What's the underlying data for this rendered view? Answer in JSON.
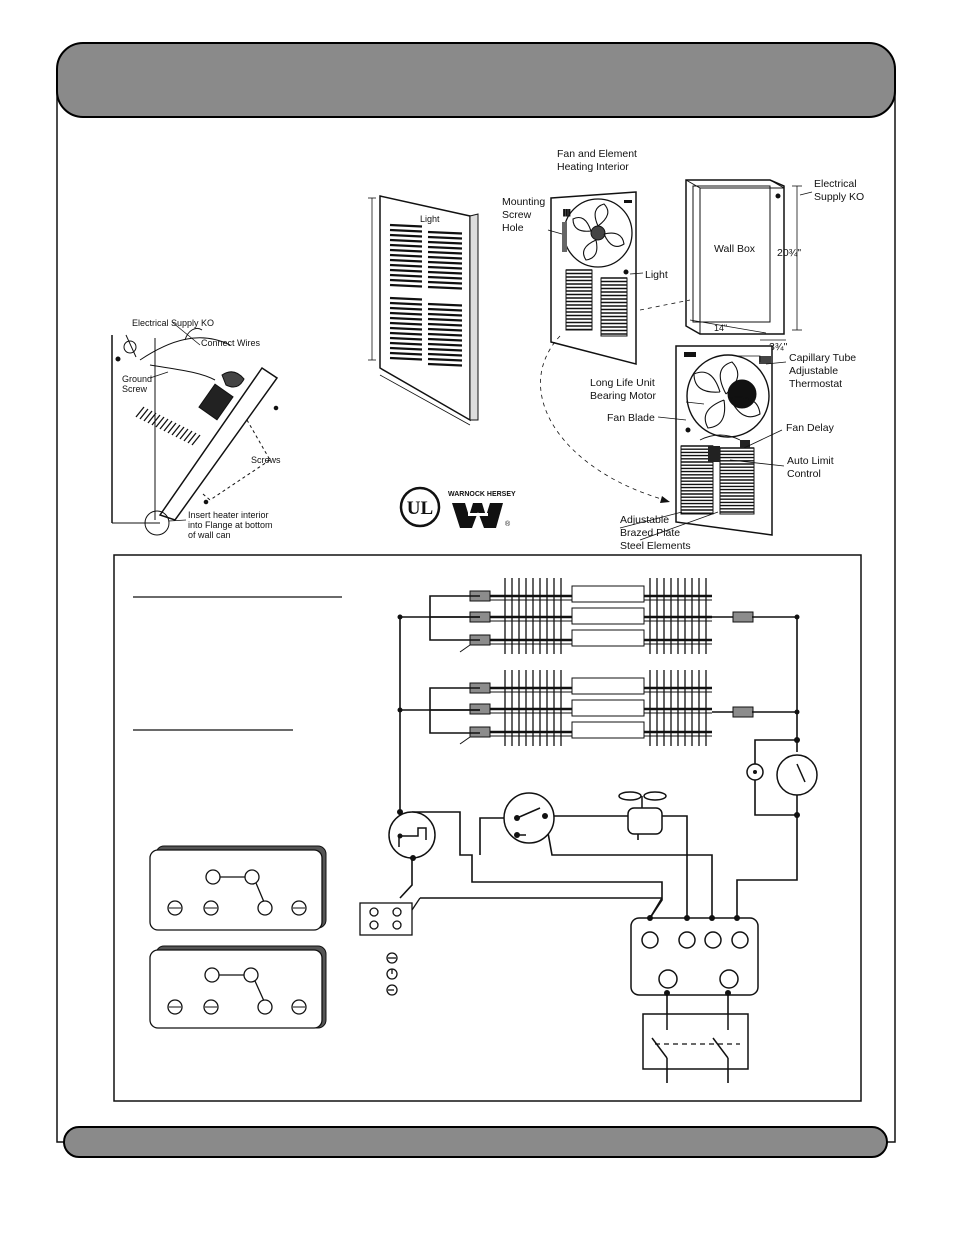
{
  "labels": {
    "fan_element_heating_interior_1": "Fan and Element",
    "fan_element_heating_interior_2": "Heating Interior",
    "mounting_screw_hole_1": "Mounting",
    "mounting_screw_hole_2": "Screw",
    "mounting_screw_hole_3": "Hole",
    "light": "Light",
    "wall_box": "Wall Box",
    "electrical_supply_ko_1": "Electrical",
    "electrical_supply_ko_2": "Supply KO",
    "height_dim": "20¾\"",
    "depth_dim": "3¾\"",
    "width_dim": "14\"",
    "capillary_1": "Capillary Tube",
    "capillary_2": "Adjustable",
    "capillary_3": "Thermostat",
    "motor_1": "Long Life Unit",
    "motor_2": "Bearing Motor",
    "fan_blade": "Fan Blade",
    "fan_delay": "Fan Delay",
    "auto_limit_1": "Auto Limit",
    "auto_limit_2": "Control",
    "elements_1": "Adjustable",
    "elements_2": "Brazed Plate",
    "elements_3": "Steel Elements",
    "install_supply_ko": "Electrical Supply KO",
    "install_connect_wires": "Connect Wires",
    "install_ground_1": "Ground",
    "install_ground_2": "Screw",
    "install_screws": "Screws",
    "install_insert_1": "Insert heater interior",
    "install_insert_2": "into Flange at bottom",
    "install_insert_3": "of wall can",
    "grille_light": "Light",
    "warnock_hersey": "WARNOCK HERSEY",
    "ul_mark": "UL",
    "wh_mark": "WH"
  },
  "colors": {
    "banner_fill": "#8a8a8a",
    "banner_stroke": "#000000",
    "line": "#111111",
    "resistor_fill": "#8c8c8c"
  },
  "icons": {
    "ul_logo": "ul-listing-mark",
    "wh_logo": "warnock-hersey-mark",
    "fan_symbol": "fan-icon",
    "thermostat_symbol": "thermostat-icon",
    "limit_switch": "limit-switch-icon"
  }
}
